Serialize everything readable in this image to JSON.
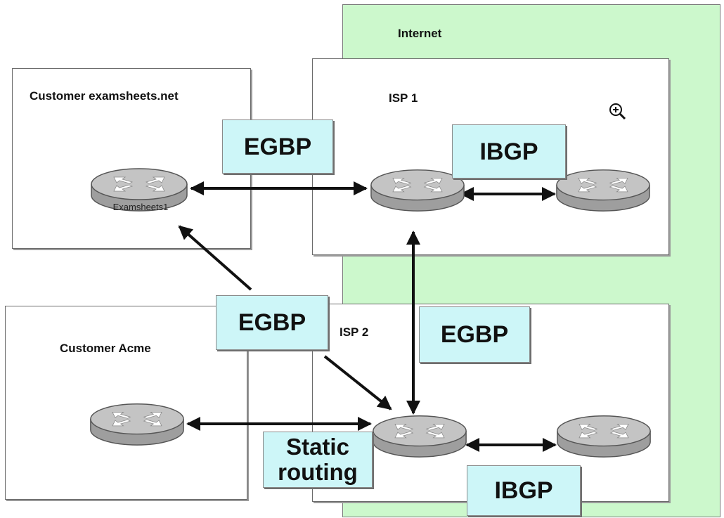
{
  "regions": {
    "internet": "Internet",
    "customer_examsheets": "Customer examsheets.net",
    "isp1": "ISP 1",
    "isp2": "ISP 2",
    "customer_acme": "Customer Acme"
  },
  "routers": {
    "examsheets1": "Examsheets1"
  },
  "protocols": {
    "egbp_top": "EGBP",
    "ibgp_isp1": "IBGP",
    "egbp_middle": "EGBP",
    "egbp_isp_link": "EGBP",
    "static": "Static routing",
    "ibgp_isp2": "IBGP"
  },
  "icons": {
    "zoom": "zoom-in-icon",
    "router": "router-icon"
  },
  "colors": {
    "internet_bg": "#ccf8cc",
    "protocol_bg": "#cdf6f8",
    "router_body": "#a9a9a9"
  }
}
